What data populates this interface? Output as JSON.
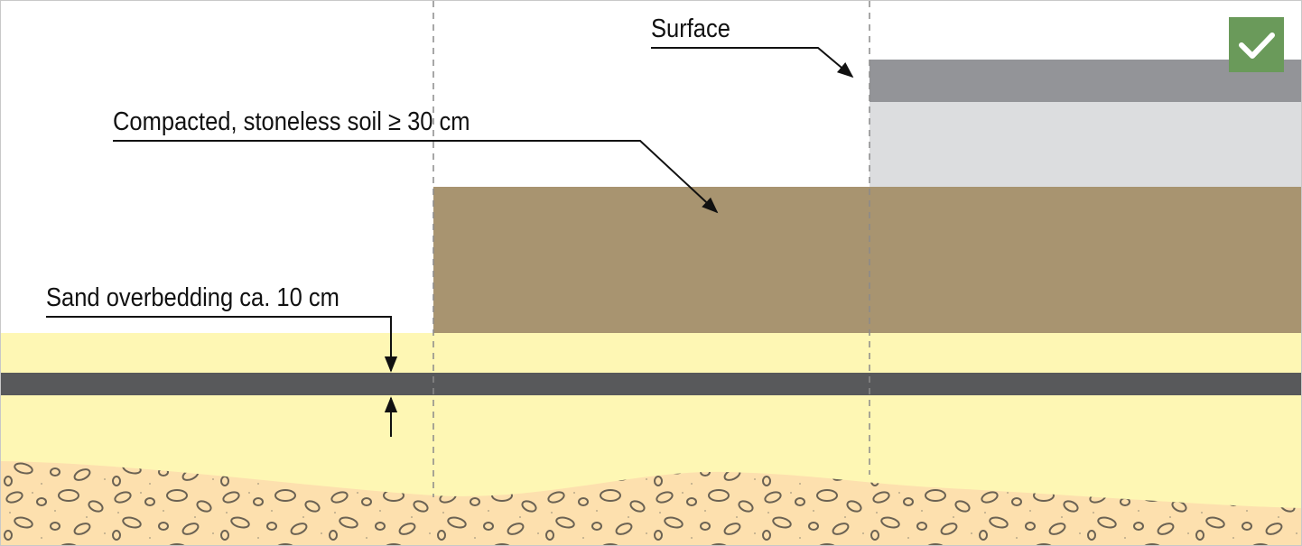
{
  "labels": {
    "surface": "Surface",
    "soil": "Compacted, stoneless soil ≥ 30 cm",
    "sand": "Sand overbedding ca. 10 cm"
  },
  "status_icon": "checkmark-icon",
  "colors": {
    "surface": "#939498",
    "base": "#dcdddf",
    "soil": "#a89470",
    "sand": "#fef7b4",
    "gravel": "#fde0ae",
    "pipe": "#58595b",
    "check": "#6a9a5a"
  }
}
